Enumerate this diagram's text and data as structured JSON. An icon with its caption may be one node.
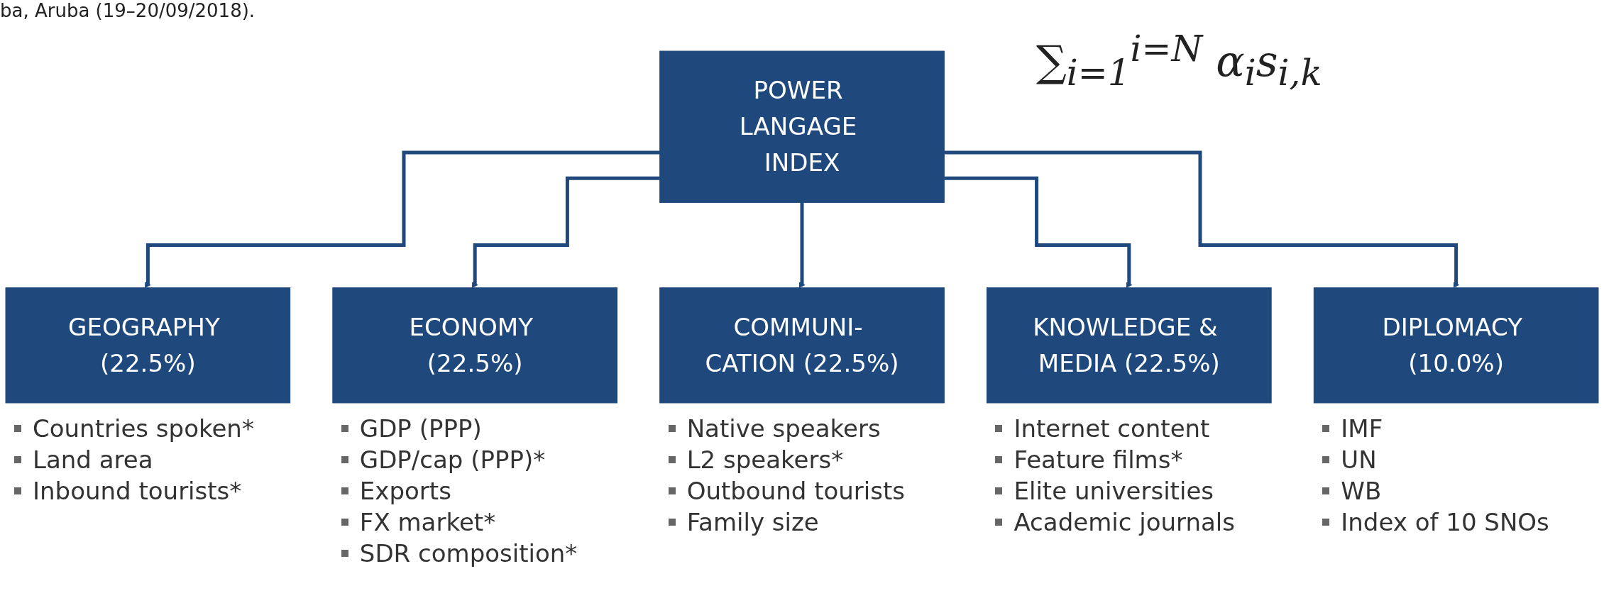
{
  "diagram": {
    "nodes": [
      {
        "text": [
          "POWER LANGAGE INDEX"
        ]
      },
      {
        "text": [
          "GEOGRAPHY (22.5%)"
        ],
        "beside": [
          "Countries spoken*",
          "Land area",
          "Inbound tourists*"
        ]
      },
      {
        "text": [
          "ECONOMY (22.5%)"
        ],
        "beside": [
          "GDP (PPP)",
          "GDP/cap (PPP)*",
          "Exports",
          "FX market*",
          "SDR composition*"
        ]
      },
      {
        "text": [
          "COMMUNI- CATION (22.5%)"
        ],
        "beside": [
          "Native speakers",
          "L2 speakers*",
          "Outbound tourists",
          "Family size"
        ]
      },
      {
        "text": [
          "KNOWLEDGE & MEDIA (22.5%)"
        ],
        "beside": [
          "Internet content",
          "Feature films*",
          "Elite universities",
          "Academic journals"
        ]
      },
      {
        "text": [
          "DIPLOMACY (10.0%)"
        ],
        "beside": [
          "IMF",
          "UN",
          "WB",
          "Index of 10 SNOs"
        ]
      }
    ],
    "edges": [
      {
        "from": 0,
        "to": 1,
        "arrow": "to"
      },
      {
        "from": 0,
        "to": 2,
        "arrow": "to"
      },
      {
        "from": 0,
        "to": 3,
        "arrow": "to"
      },
      {
        "from": 0,
        "to": 4,
        "arrow": "to"
      },
      {
        "from": 0,
        "to": 5,
        "arrow": "to"
      }
    ],
    "labels": [
      "ba, Aruba (19–20/09/2018).",
      "∑$_{i=1}$$^{i=N}$ α$_{i}$s$_{i,k}$"
    ]
  }
}
